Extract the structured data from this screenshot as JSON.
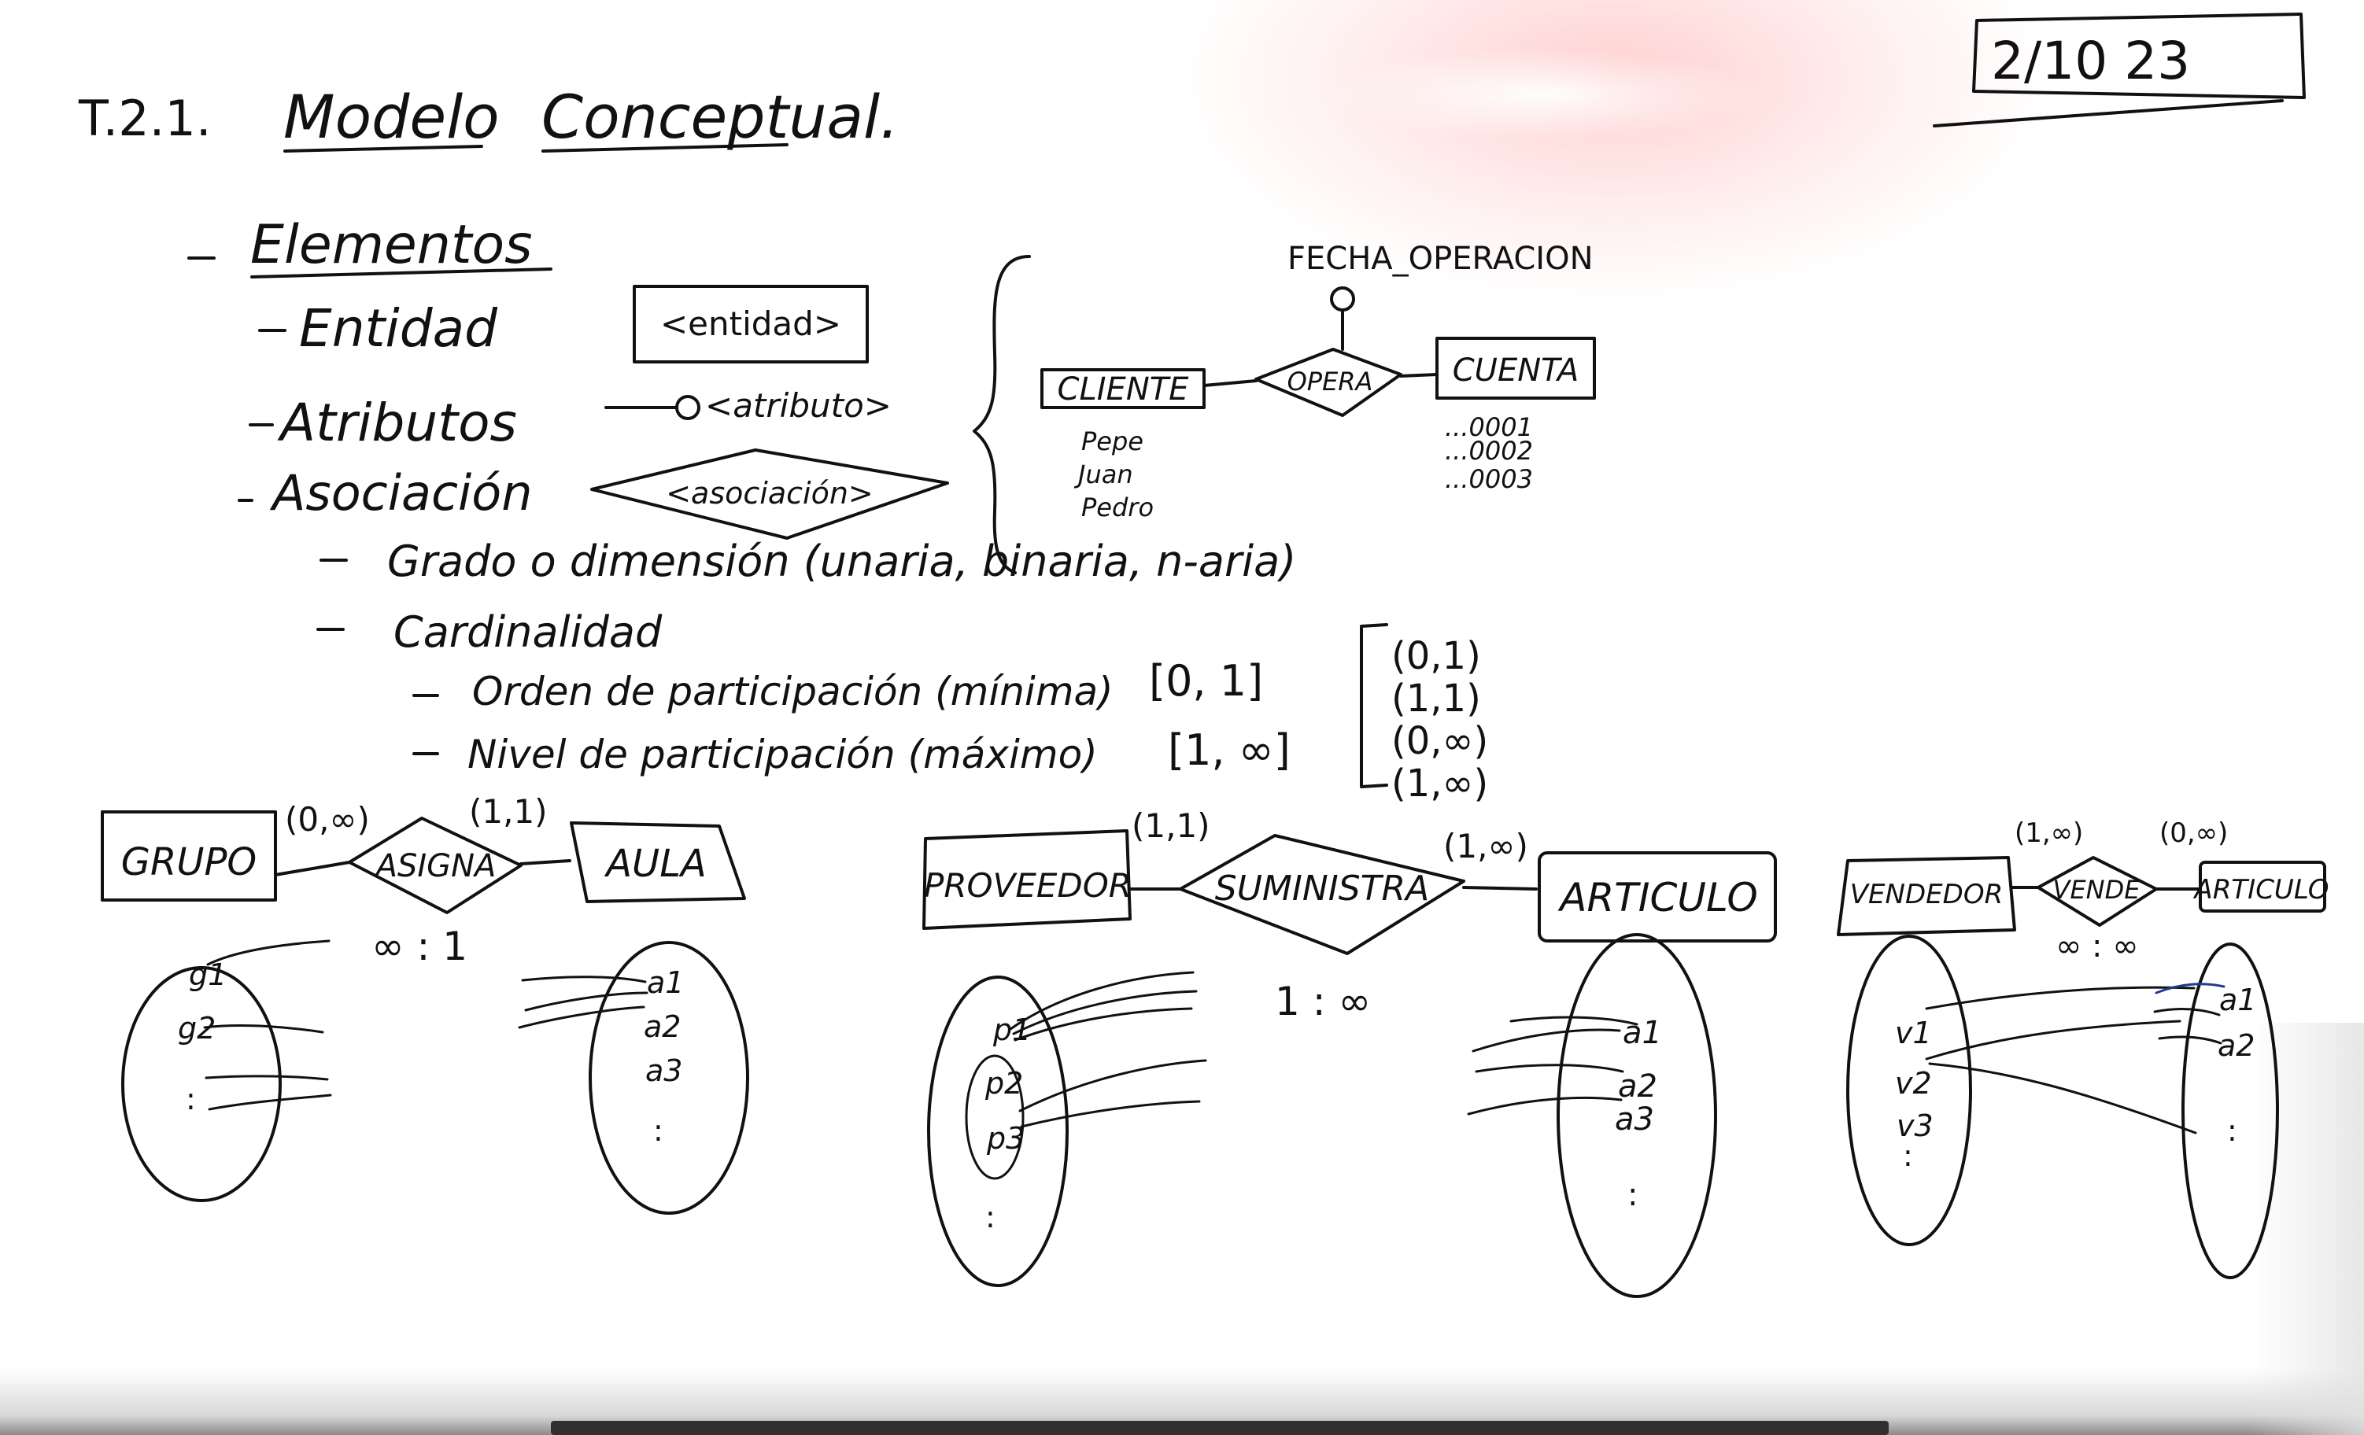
{
  "header": {
    "title_prefix": "T.2.1.",
    "title_part1": "Modelo",
    "title_part2": "Conceptual.",
    "date": "2/10 23"
  },
  "elements": {
    "heading": "Elementos",
    "entity_label": "Entidad",
    "entity_symbol": "<entidad>",
    "attribute_label": "Atributos",
    "attribute_symbol": "<atributo>",
    "association_label": "Asociación",
    "association_symbol": "<asociación>",
    "degree_line": "Grado o dimensión (unaria, binaria, n-aria)",
    "cardinality_label": "Cardinalidad",
    "order_line": "Orden de participación (mínima)",
    "order_bracket": "[0, 1]",
    "level_line": "Nivel de participación (máximo)",
    "level_bracket": "[1, ∞]",
    "combinations": [
      "(0,1)",
      "(1,1)",
      "(0,∞)",
      "(1,∞)"
    ]
  },
  "example_opera": {
    "attribute": "FECHA_OPERACION",
    "entity_left": "CLIENTE",
    "relation": "OPERA",
    "entity_right": "CUENTA",
    "left_instances": [
      "Pepe",
      "Juan",
      "Pedro"
    ],
    "right_instances": [
      "...0001",
      "...0002",
      "...0003"
    ]
  },
  "example_asigna": {
    "entity_left": "GRUPO",
    "card_left": "(0,∞)",
    "relation": "ASIGNA",
    "card_right": "(1,1)",
    "entity_right": "AULA",
    "ratio": "∞ : 1",
    "left_set": [
      "g1",
      "g2",
      ":"
    ],
    "right_set": [
      "a1",
      "a2",
      "a3",
      ":"
    ]
  },
  "example_suministra": {
    "entity_left": "PROVEEDOR",
    "card_left": "(1,1)",
    "relation": "SUMINISTRA",
    "card_right": "(1,∞)",
    "entity_right": "ARTICULO",
    "ratio": "1 : ∞",
    "left_set": [
      "p1",
      "p2",
      "p3",
      ":"
    ],
    "right_set": [
      "a1",
      "a2",
      "a3",
      ":"
    ]
  },
  "example_vende": {
    "entity_left": "VENDEDOR",
    "card_left": "(1,∞)",
    "relation": "VENDE",
    "card_right": "(0,∞)",
    "entity_right": "ARTICULO",
    "ratio": "∞ : ∞",
    "left_set": [
      "v1",
      "v2",
      "v3",
      ":"
    ],
    "right_set": [
      "a1",
      "a2",
      ":"
    ]
  },
  "colors": {
    "ink": "#111111",
    "accent_ink": "#1f3a93",
    "glare": "#ffc8c8"
  }
}
